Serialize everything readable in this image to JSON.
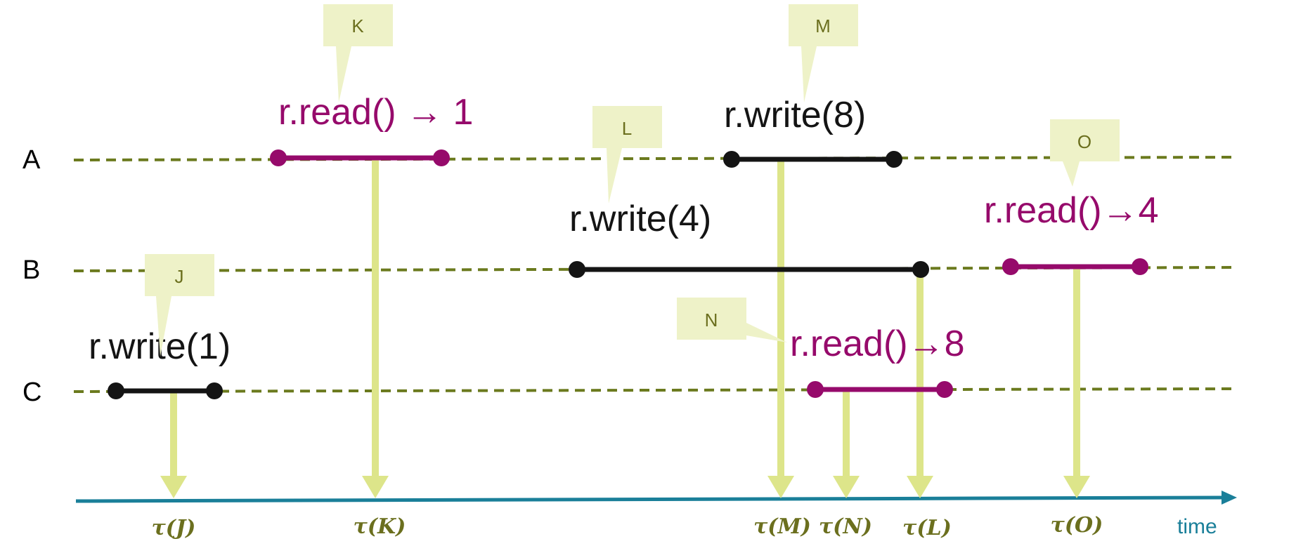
{
  "colors": {
    "timeline": "#6b7a1e",
    "callout_bg": "#eef2c8",
    "callout_text": "#6b6f1e",
    "projection_arrow": "#dde58a",
    "read_op": "#960a6b",
    "write_op": "#141414",
    "time_axis": "#1a7f99",
    "tau_label": "#6b6f1e"
  },
  "processes": [
    {
      "id": "A",
      "label": "A"
    },
    {
      "id": "B",
      "label": "B"
    },
    {
      "id": "C",
      "label": "C"
    }
  ],
  "operations": [
    {
      "id": "K",
      "process": "A",
      "kind": "read",
      "text": "r.read() → 1"
    },
    {
      "id": "M",
      "process": "A",
      "kind": "write",
      "text": "r.write(8)"
    },
    {
      "id": "L",
      "process": "B",
      "kind": "write",
      "text": "r.write(4)"
    },
    {
      "id": "O",
      "process": "B",
      "kind": "read",
      "text": "r.read()→4"
    },
    {
      "id": "J",
      "process": "C",
      "kind": "write",
      "text": "r.write(1)"
    },
    {
      "id": "N",
      "process": "C",
      "kind": "read",
      "text": "r.read()→8"
    }
  ],
  "callouts": {
    "K": "K",
    "M": "M",
    "L": "L",
    "O": "O",
    "J": "J",
    "N": "N"
  },
  "tau_labels": {
    "J": "τ(J)",
    "K": "τ(K)",
    "M": "τ(M)",
    "N": "τ(N)",
    "L": "τ(L)",
    "O": "τ(O)"
  },
  "time_axis_label": "time"
}
